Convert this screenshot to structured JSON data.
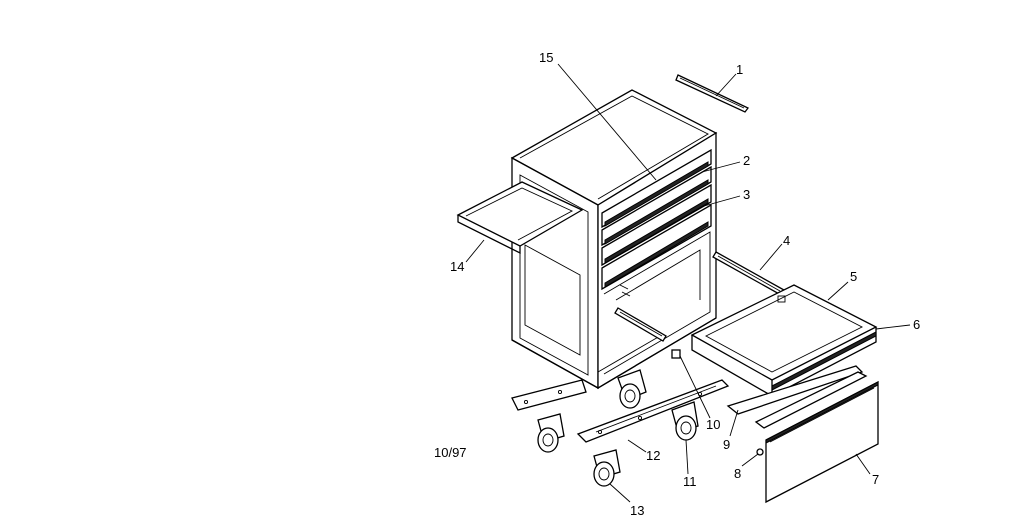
{
  "date_code": "10/97",
  "callouts": {
    "c1": "1",
    "c2": "2",
    "c3": "3",
    "c4": "4",
    "c5": "5",
    "c6": "6",
    "c7": "7",
    "c8": "8",
    "c9": "9",
    "c10": "10",
    "c11": "11",
    "c12": "12",
    "c13": "13",
    "c14": "14",
    "c15": "15"
  },
  "colors": {
    "ink": "#000000",
    "paper": "#ffffff"
  }
}
